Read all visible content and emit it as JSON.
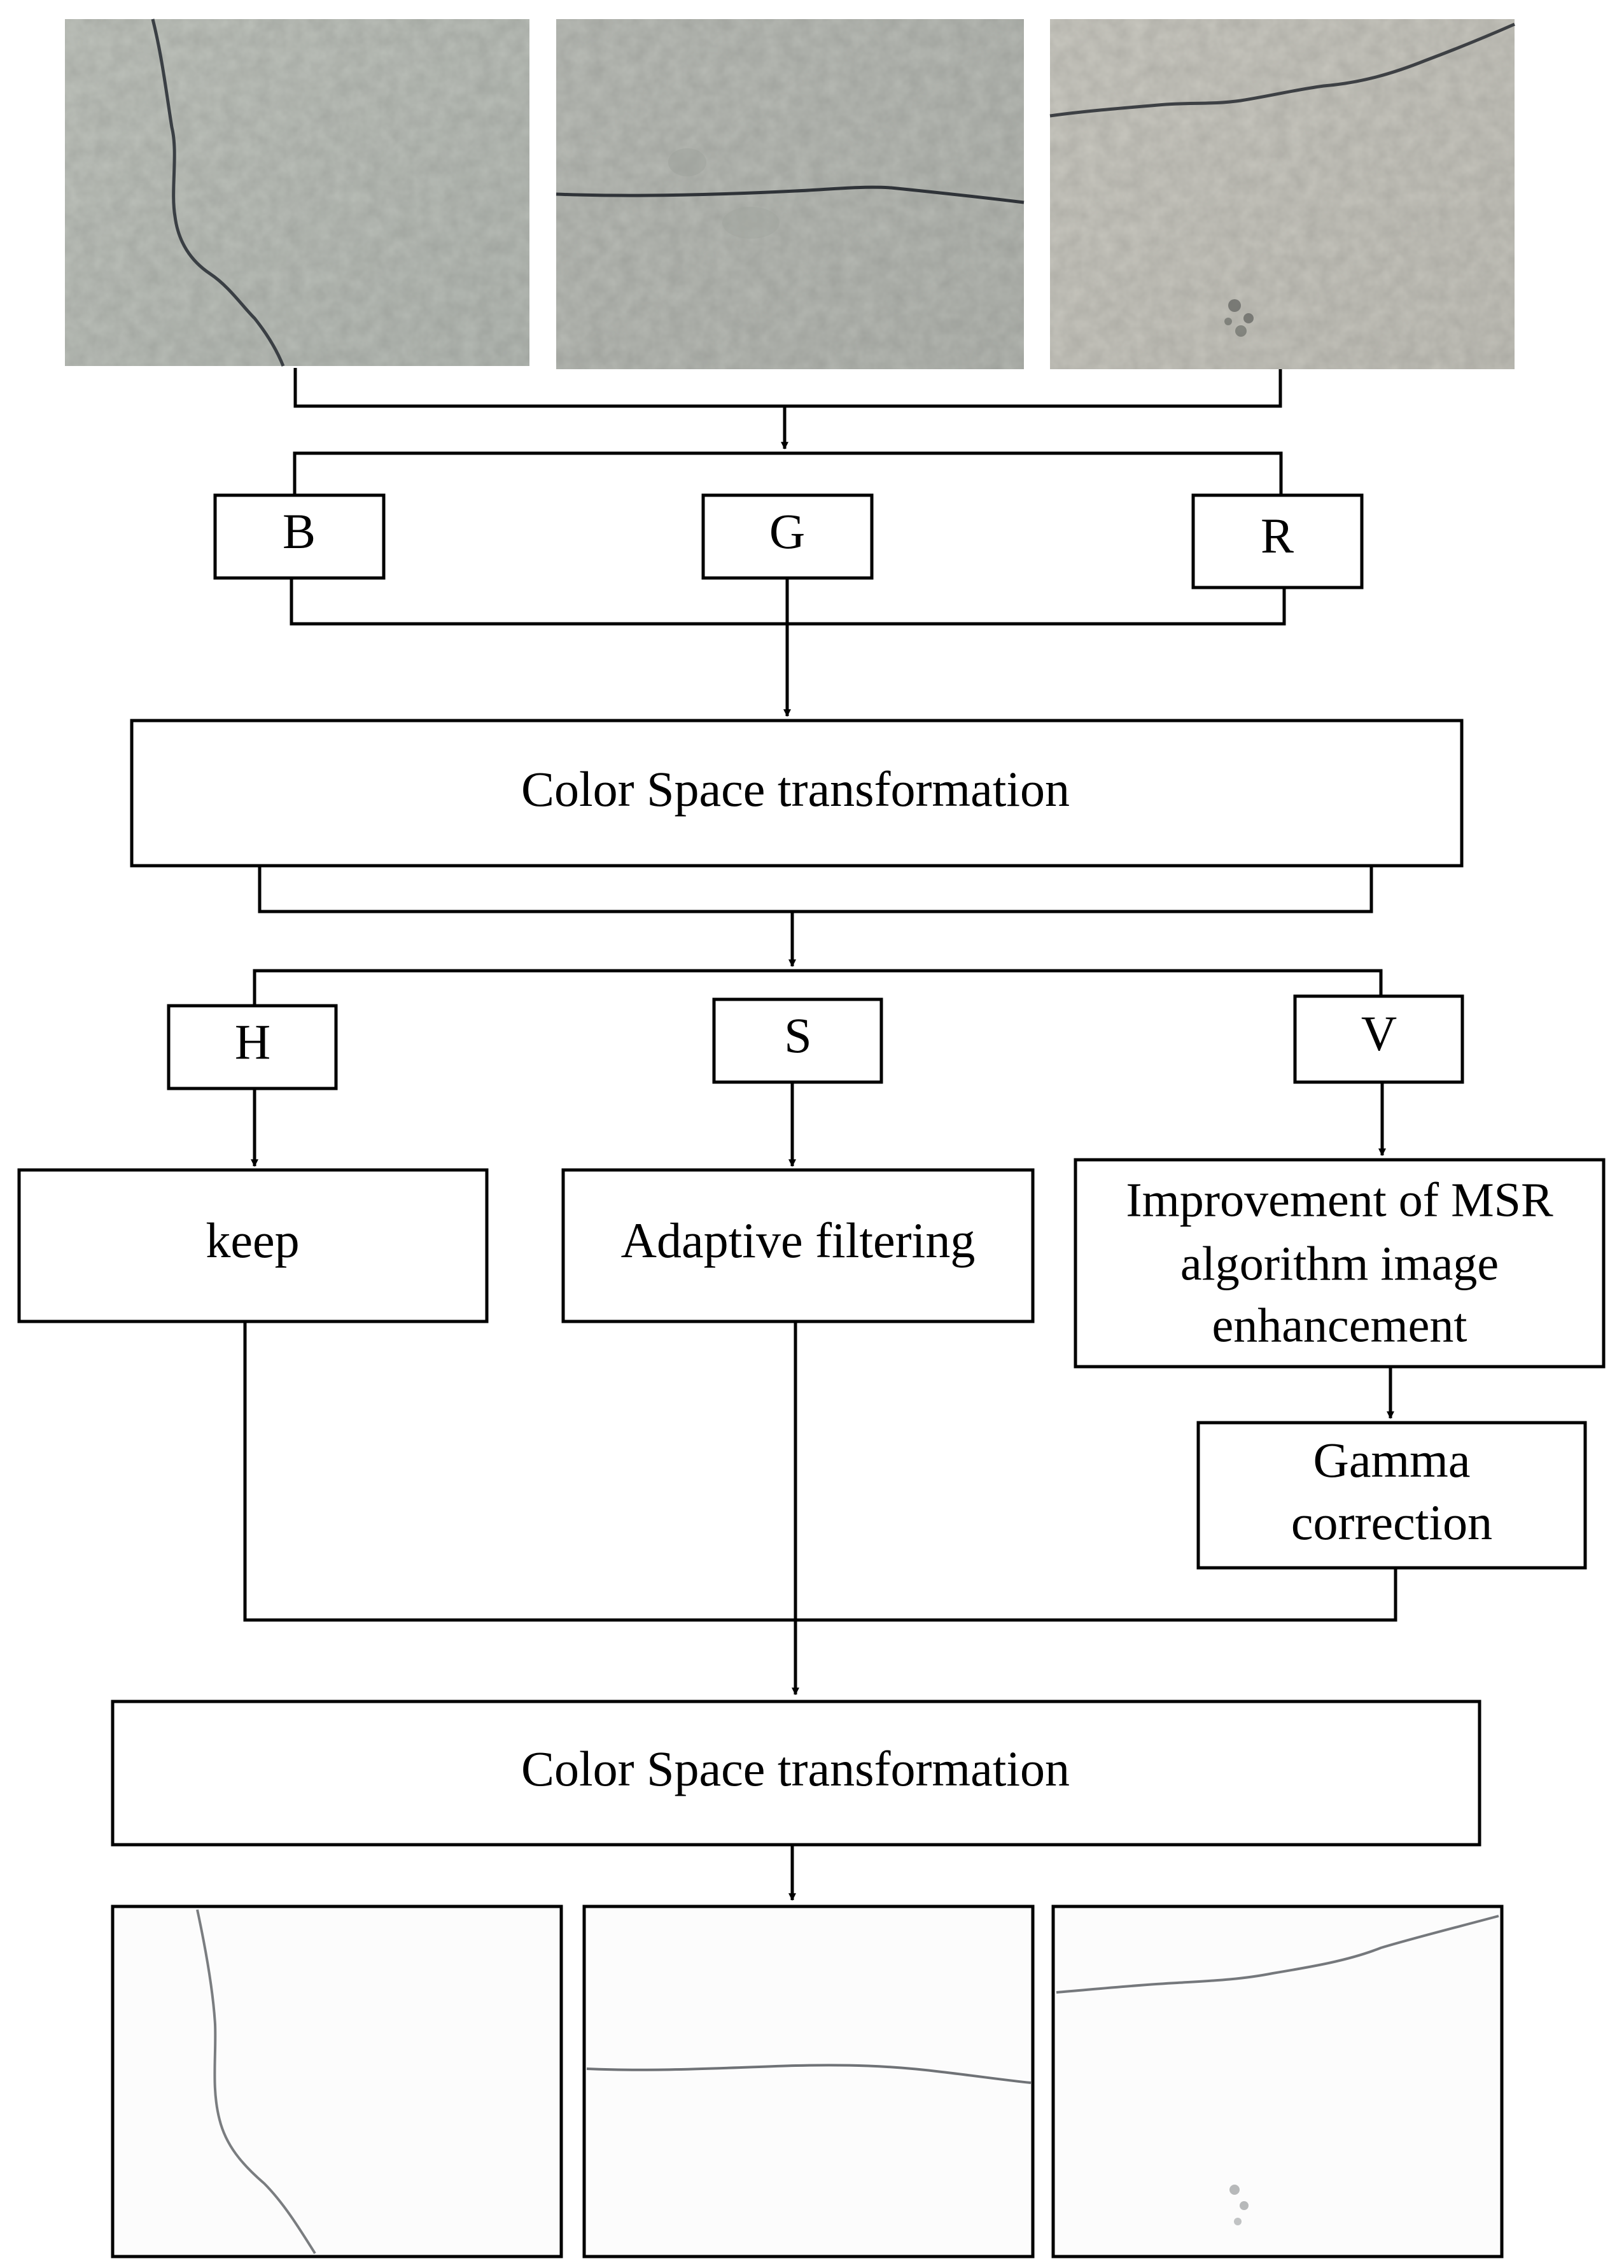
{
  "rgb_channels": {
    "b": "B",
    "g": "G",
    "r": "R"
  },
  "steps": {
    "color_space_transform_1": "Color Space transformation",
    "color_space_transform_2": "Color Space transformation"
  },
  "hsv_channels": {
    "h": "H",
    "s": "S",
    "v": "V"
  },
  "processing": {
    "h_keep": "keep",
    "s_adaptive": "Adaptive filtering",
    "v_msr_line1": "Improvement of MSR",
    "v_msr_line2": "algorithm image",
    "v_msr_line3": "enhancement",
    "v_gamma_line1": "Gamma",
    "v_gamma_line2": "correction"
  },
  "images": {
    "input_1": "concrete-crack-photo-vertical",
    "input_2": "concrete-crack-photo-horizontal",
    "input_3": "concrete-crack-photo-top",
    "output_1": "enhanced-crack-photo-vertical",
    "output_2": "enhanced-crack-photo-horizontal",
    "output_3": "enhanced-crack-photo-top"
  }
}
